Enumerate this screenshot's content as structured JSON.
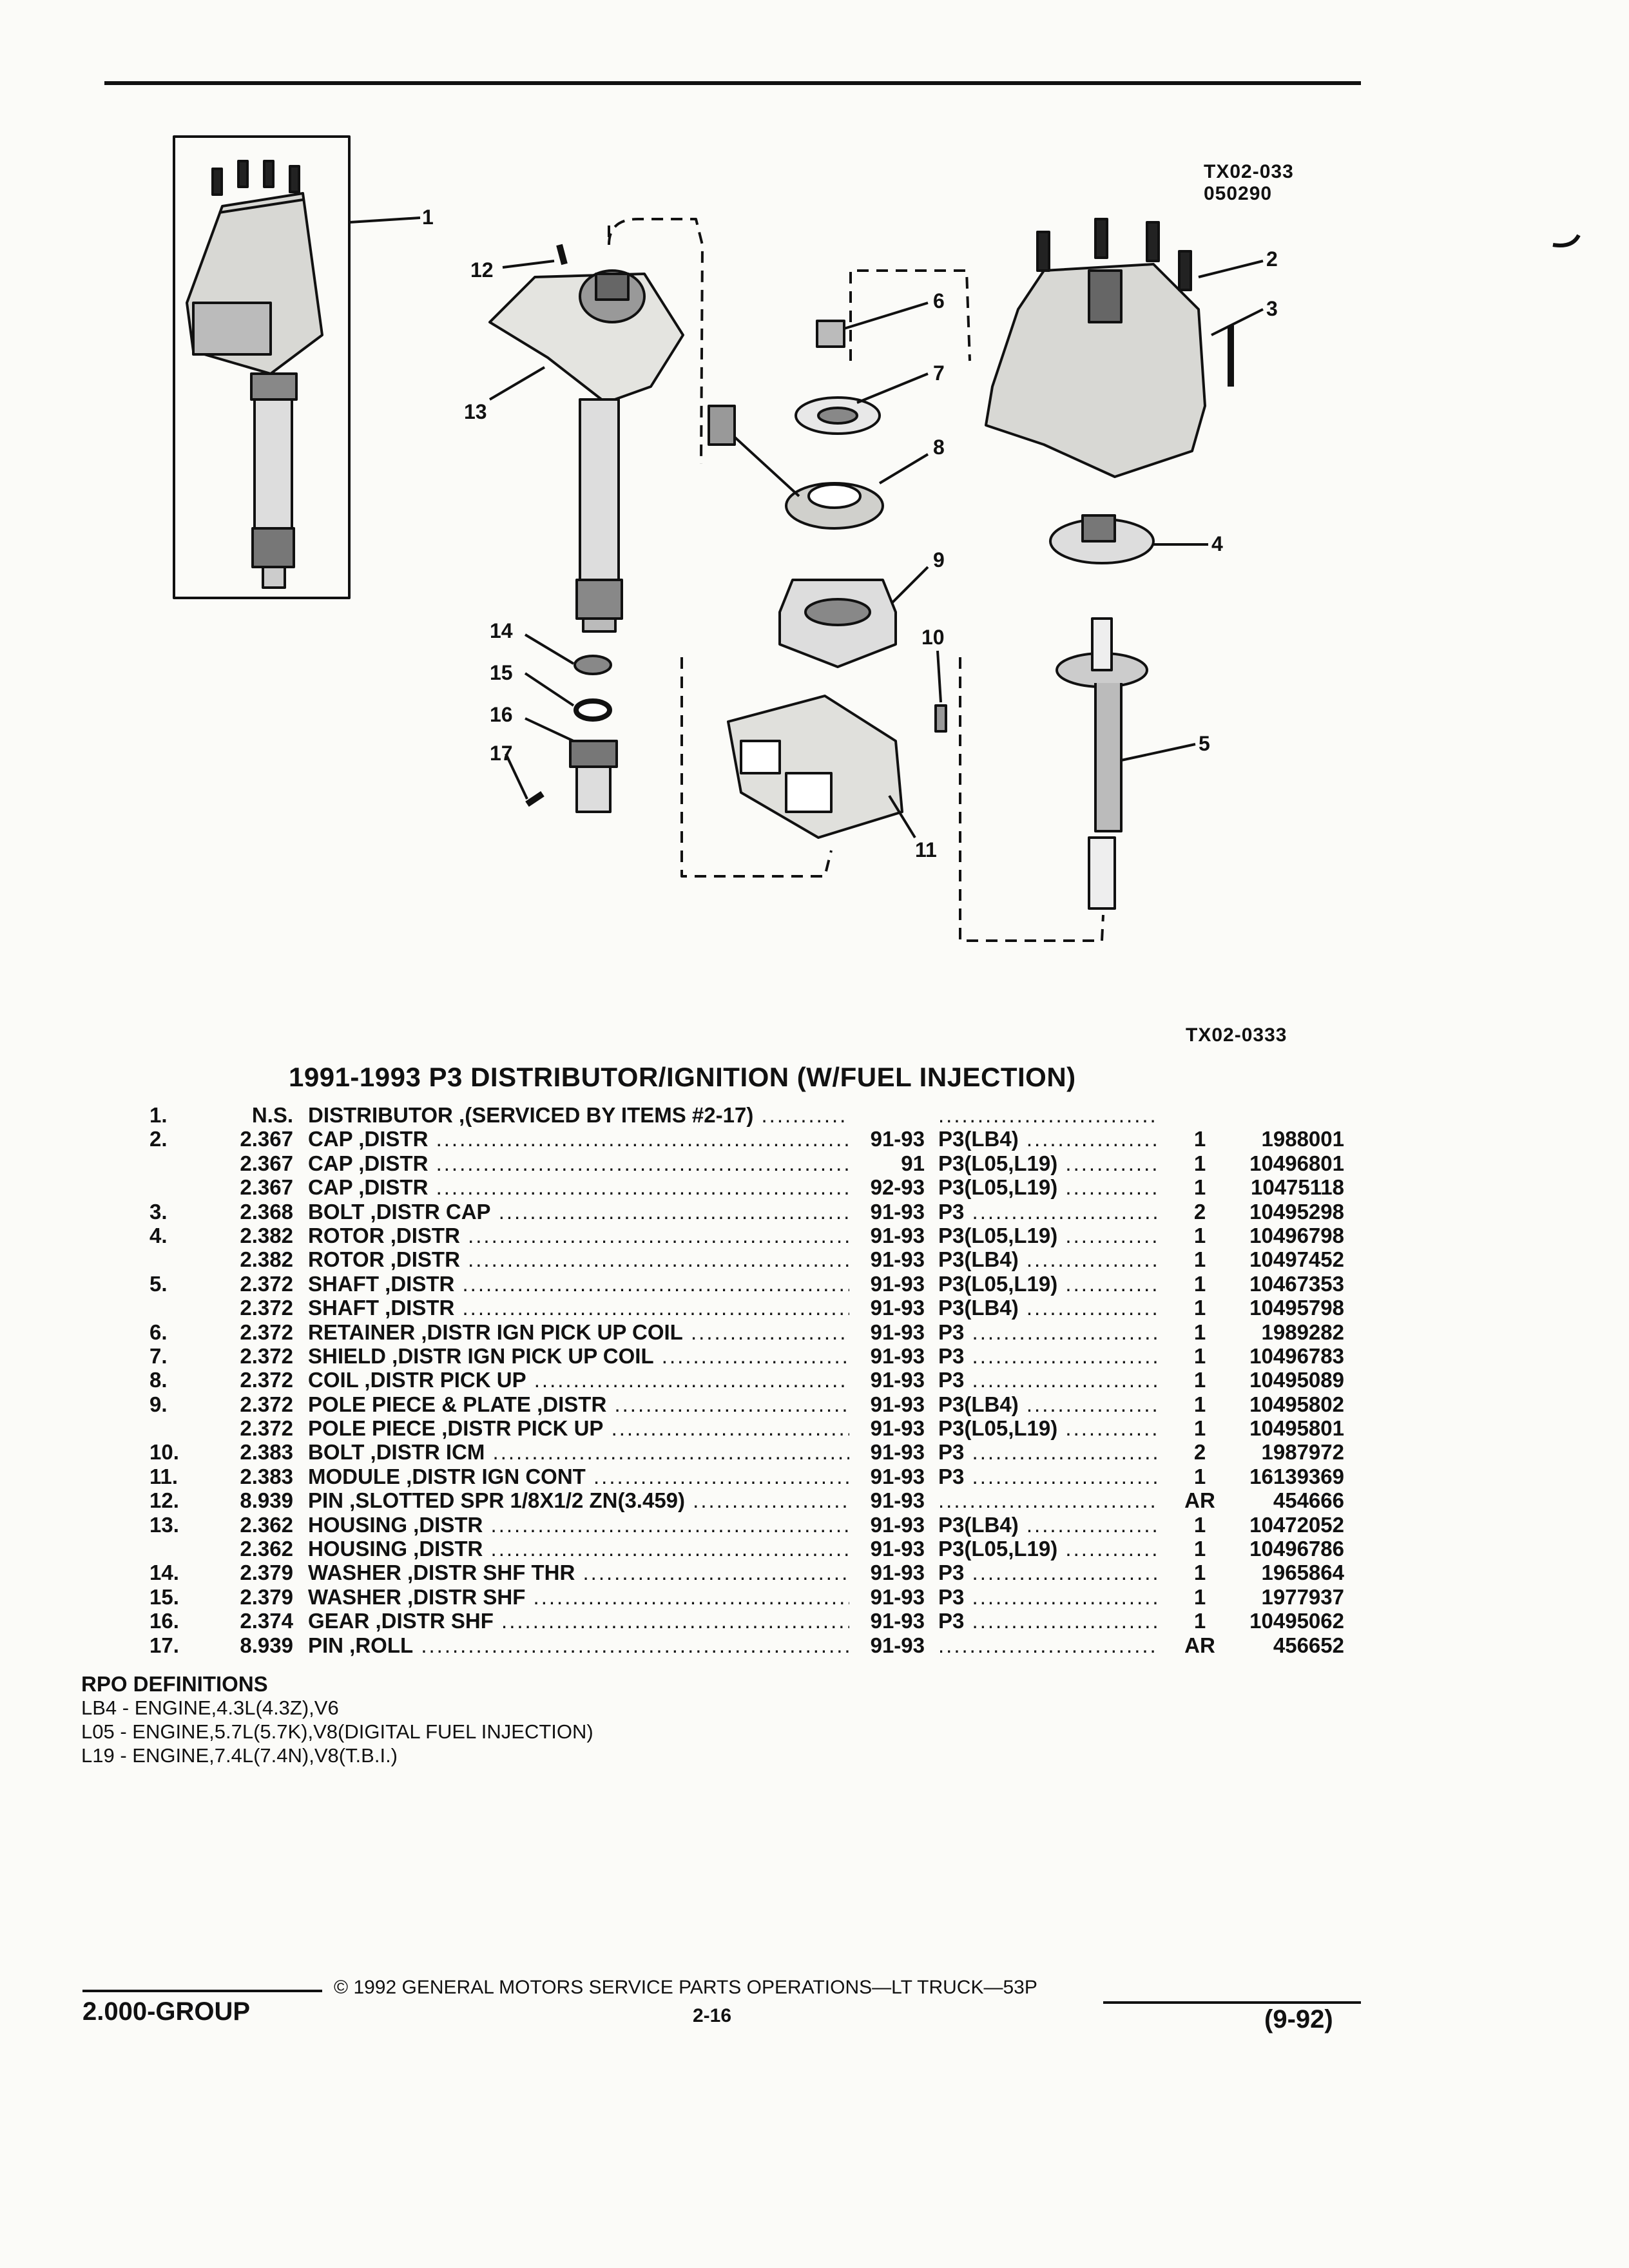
{
  "figure": {
    "code_top": "TX02-033",
    "code_top_2": "050290",
    "code_bottom": "TX02-0333",
    "callouts": [
      "1",
      "2",
      "3",
      "4",
      "5",
      "6",
      "7",
      "8",
      "9",
      "10",
      "11",
      "12",
      "13",
      "14",
      "15",
      "16",
      "17"
    ]
  },
  "title": "1991-1993 P3 DISTRIBUTOR/IGNITION (W/FUEL INJECTION)",
  "parts": [
    {
      "item": "1.",
      "group": "N.S.",
      "desc": "DISTRIBUTOR ,(SERVICED BY ITEMS #2-17)",
      "years": "",
      "rpo": "",
      "qty": "",
      "part": ""
    },
    {
      "item": "2.",
      "group": "2.367",
      "desc": "CAP ,DISTR",
      "years": "91-93",
      "rpo": "P3(LB4)",
      "qty": "1",
      "part": "1988001"
    },
    {
      "item": "",
      "group": "2.367",
      "desc": "CAP ,DISTR",
      "years": "91",
      "rpo": "P3(L05,L19)",
      "qty": "1",
      "part": "10496801"
    },
    {
      "item": "",
      "group": "2.367",
      "desc": "CAP ,DISTR",
      "years": "92-93",
      "rpo": "P3(L05,L19)",
      "qty": "1",
      "part": "10475118"
    },
    {
      "item": "3.",
      "group": "2.368",
      "desc": "BOLT ,DISTR CAP",
      "years": "91-93",
      "rpo": "P3",
      "qty": "2",
      "part": "10495298"
    },
    {
      "item": "4.",
      "group": "2.382",
      "desc": "ROTOR ,DISTR",
      "years": "91-93",
      "rpo": "P3(L05,L19)",
      "qty": "1",
      "part": "10496798"
    },
    {
      "item": "",
      "group": "2.382",
      "desc": "ROTOR ,DISTR",
      "years": "91-93",
      "rpo": "P3(LB4)",
      "qty": "1",
      "part": "10497452"
    },
    {
      "item": "5.",
      "group": "2.372",
      "desc": "SHAFT ,DISTR",
      "years": "91-93",
      "rpo": "P3(L05,L19)",
      "qty": "1",
      "part": "10467353"
    },
    {
      "item": "",
      "group": "2.372",
      "desc": "SHAFT ,DISTR",
      "years": "91-93",
      "rpo": "P3(LB4)",
      "qty": "1",
      "part": "10495798"
    },
    {
      "item": "6.",
      "group": "2.372",
      "desc": "RETAINER ,DISTR IGN PICK UP COIL",
      "years": "91-93",
      "rpo": "P3",
      "qty": "1",
      "part": "1989282"
    },
    {
      "item": "7.",
      "group": "2.372",
      "desc": "SHIELD ,DISTR IGN PICK UP COIL",
      "years": "91-93",
      "rpo": "P3",
      "qty": "1",
      "part": "10496783"
    },
    {
      "item": "8.",
      "group": "2.372",
      "desc": "COIL ,DISTR PICK UP",
      "years": "91-93",
      "rpo": "P3",
      "qty": "1",
      "part": "10495089"
    },
    {
      "item": "9.",
      "group": "2.372",
      "desc": "POLE PIECE & PLATE ,DISTR",
      "years": "91-93",
      "rpo": "P3(LB4)",
      "qty": "1",
      "part": "10495802"
    },
    {
      "item": "",
      "group": "2.372",
      "desc": "POLE PIECE ,DISTR PICK UP",
      "years": "91-93",
      "rpo": "P3(L05,L19)",
      "qty": "1",
      "part": "10495801"
    },
    {
      "item": "10.",
      "group": "2.383",
      "desc": "BOLT ,DISTR ICM",
      "years": "91-93",
      "rpo": "P3",
      "qty": "2",
      "part": "1987972"
    },
    {
      "item": "11.",
      "group": "2.383",
      "desc": "MODULE ,DISTR IGN CONT",
      "years": "91-93",
      "rpo": "P3",
      "qty": "1",
      "part": "16139369"
    },
    {
      "item": "12.",
      "group": "8.939",
      "desc": "PIN ,SLOTTED SPR 1/8X1/2 ZN(3.459)",
      "years": "91-93",
      "rpo": "",
      "qty": "AR",
      "part": "454666"
    },
    {
      "item": "13.",
      "group": "2.362",
      "desc": "HOUSING ,DISTR",
      "years": "91-93",
      "rpo": "P3(LB4)",
      "qty": "1",
      "part": "10472052"
    },
    {
      "item": "",
      "group": "2.362",
      "desc": "HOUSING ,DISTR",
      "years": "91-93",
      "rpo": "P3(L05,L19)",
      "qty": "1",
      "part": "10496786"
    },
    {
      "item": "14.",
      "group": "2.379",
      "desc": "WASHER ,DISTR SHF THR",
      "years": "91-93",
      "rpo": "P3",
      "qty": "1",
      "part": "1965864"
    },
    {
      "item": "15.",
      "group": "2.379",
      "desc": "WASHER ,DISTR SHF",
      "years": "91-93",
      "rpo": "P3",
      "qty": "1",
      "part": "1977937"
    },
    {
      "item": "16.",
      "group": "2.374",
      "desc": "GEAR ,DISTR SHF",
      "years": "91-93",
      "rpo": "P3",
      "qty": "1",
      "part": "10495062"
    },
    {
      "item": "17.",
      "group": "8.939",
      "desc": "PIN ,ROLL",
      "years": "91-93",
      "rpo": "",
      "qty": "AR",
      "part": "456652"
    }
  ],
  "rpo_definitions": {
    "heading": "RPO DEFINITIONS",
    "lines": [
      "LB4 - ENGINE,4.3L(4.3Z),V6",
      "L05 - ENGINE,5.7L(5.7K),V8(DIGITAL FUEL INJECTION)",
      "L19 - ENGINE,7.4L(7.4N),V8(T.B.I.)"
    ]
  },
  "footer": {
    "copyright": "© 1992 GENERAL MOTORS SERVICE PARTS OPERATIONS—LT TRUCK—53P",
    "page": "2-16",
    "group": "2.000-GROUP",
    "date": "(9-92)"
  }
}
